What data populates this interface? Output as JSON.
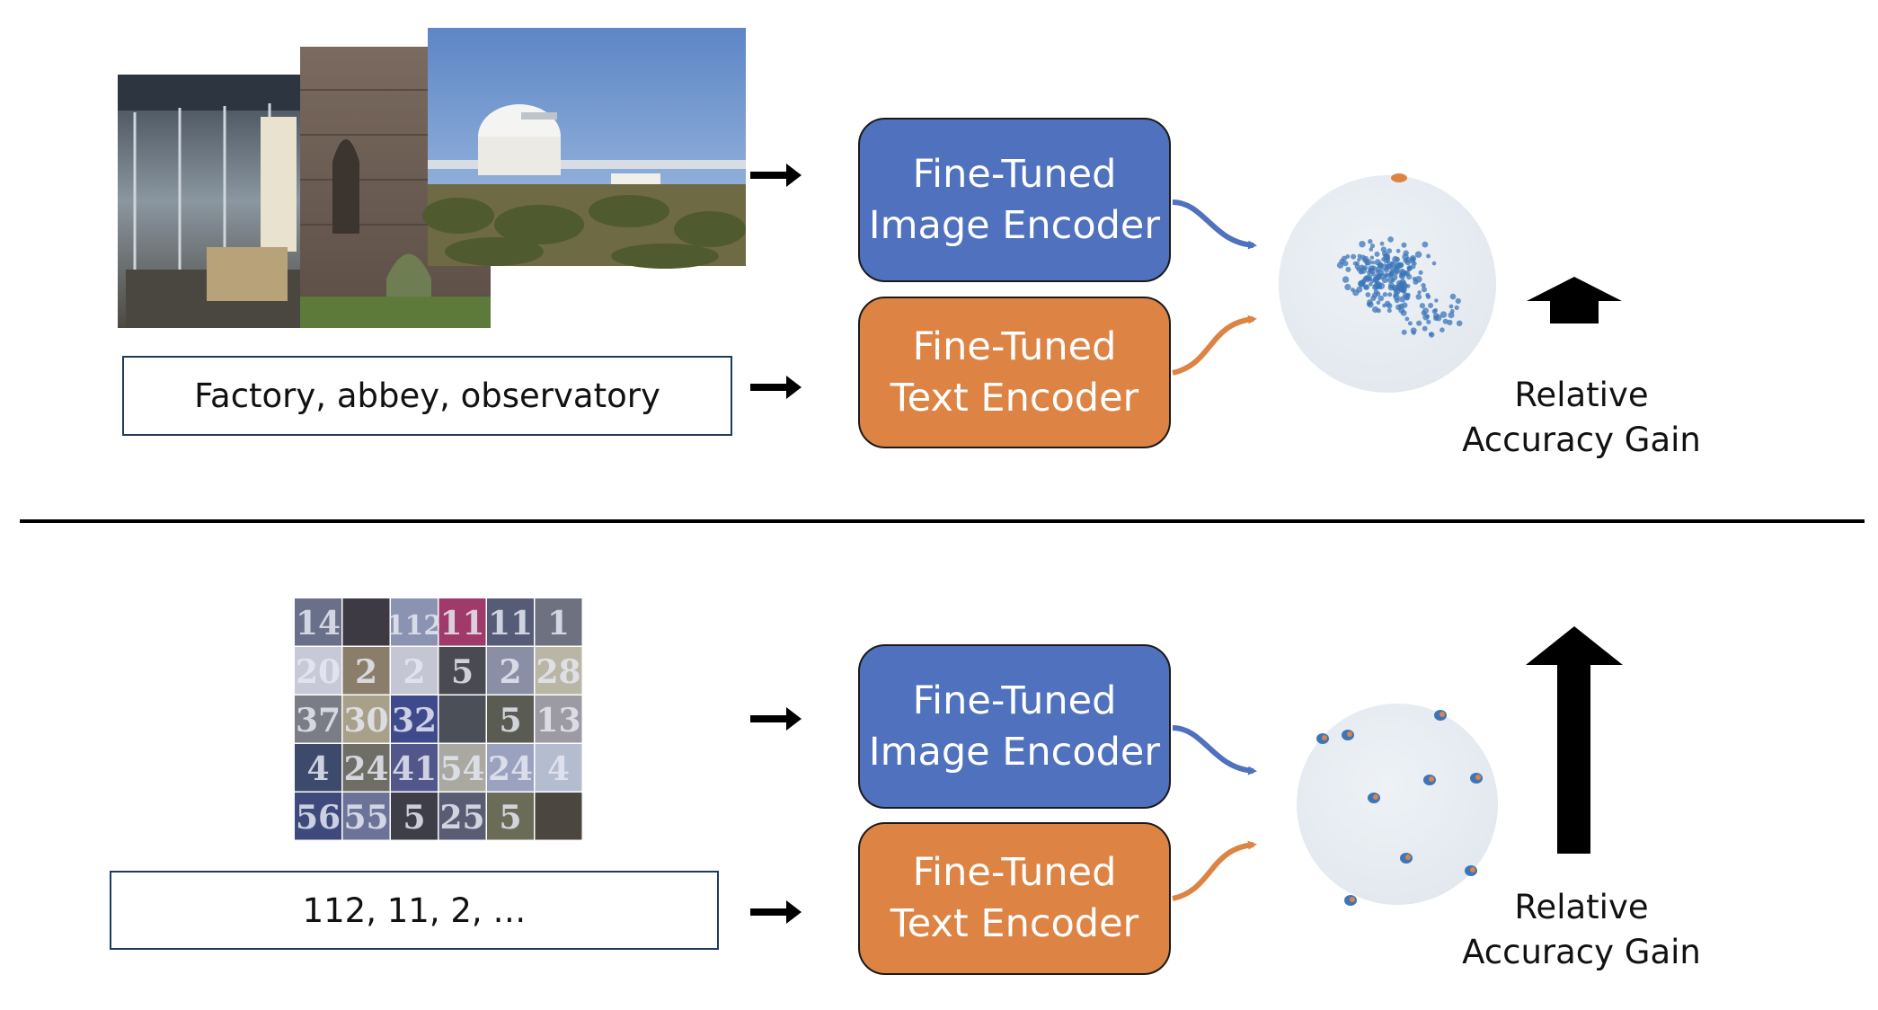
{
  "colors": {
    "image_encoder": "#4f71be",
    "text_encoder": "#dd8344",
    "sphere": "#e9eef3",
    "arrow": "#000000",
    "divider": "#000000"
  },
  "top_panel": {
    "caption": "Factory, abbey, observatory",
    "images": [
      "factory",
      "abbey",
      "observatory"
    ],
    "image_encoder": {
      "line1": "Fine-Tuned",
      "line2": "Image Encoder"
    },
    "text_encoder": {
      "line1": "Fine-Tuned",
      "line2": "Text Encoder"
    },
    "gain_label": {
      "line1": "Relative",
      "line2": "Accuracy Gain"
    },
    "gain_level": "small"
  },
  "bottom_panel": {
    "caption": "112, 11, 2, …",
    "digit_grid": [
      [
        "14",
        "",
        "112",
        "11",
        "11",
        "1"
      ],
      [
        "20",
        "2",
        "2",
        "5",
        "2",
        "28"
      ],
      [
        "37",
        "30",
        "32",
        "",
        "5",
        "13"
      ],
      [
        "4",
        "24",
        "41",
        "54",
        "24",
        "4"
      ],
      [
        "56",
        "55",
        "5",
        "25",
        "5",
        ""
      ]
    ],
    "image_encoder": {
      "line1": "Fine-Tuned",
      "line2": "Image Encoder"
    },
    "text_encoder": {
      "line1": "Fine-Tuned",
      "line2": "Text Encoder"
    },
    "gain_label": {
      "line1": "Relative",
      "line2": "Accuracy Gain"
    },
    "gain_level": "large"
  }
}
